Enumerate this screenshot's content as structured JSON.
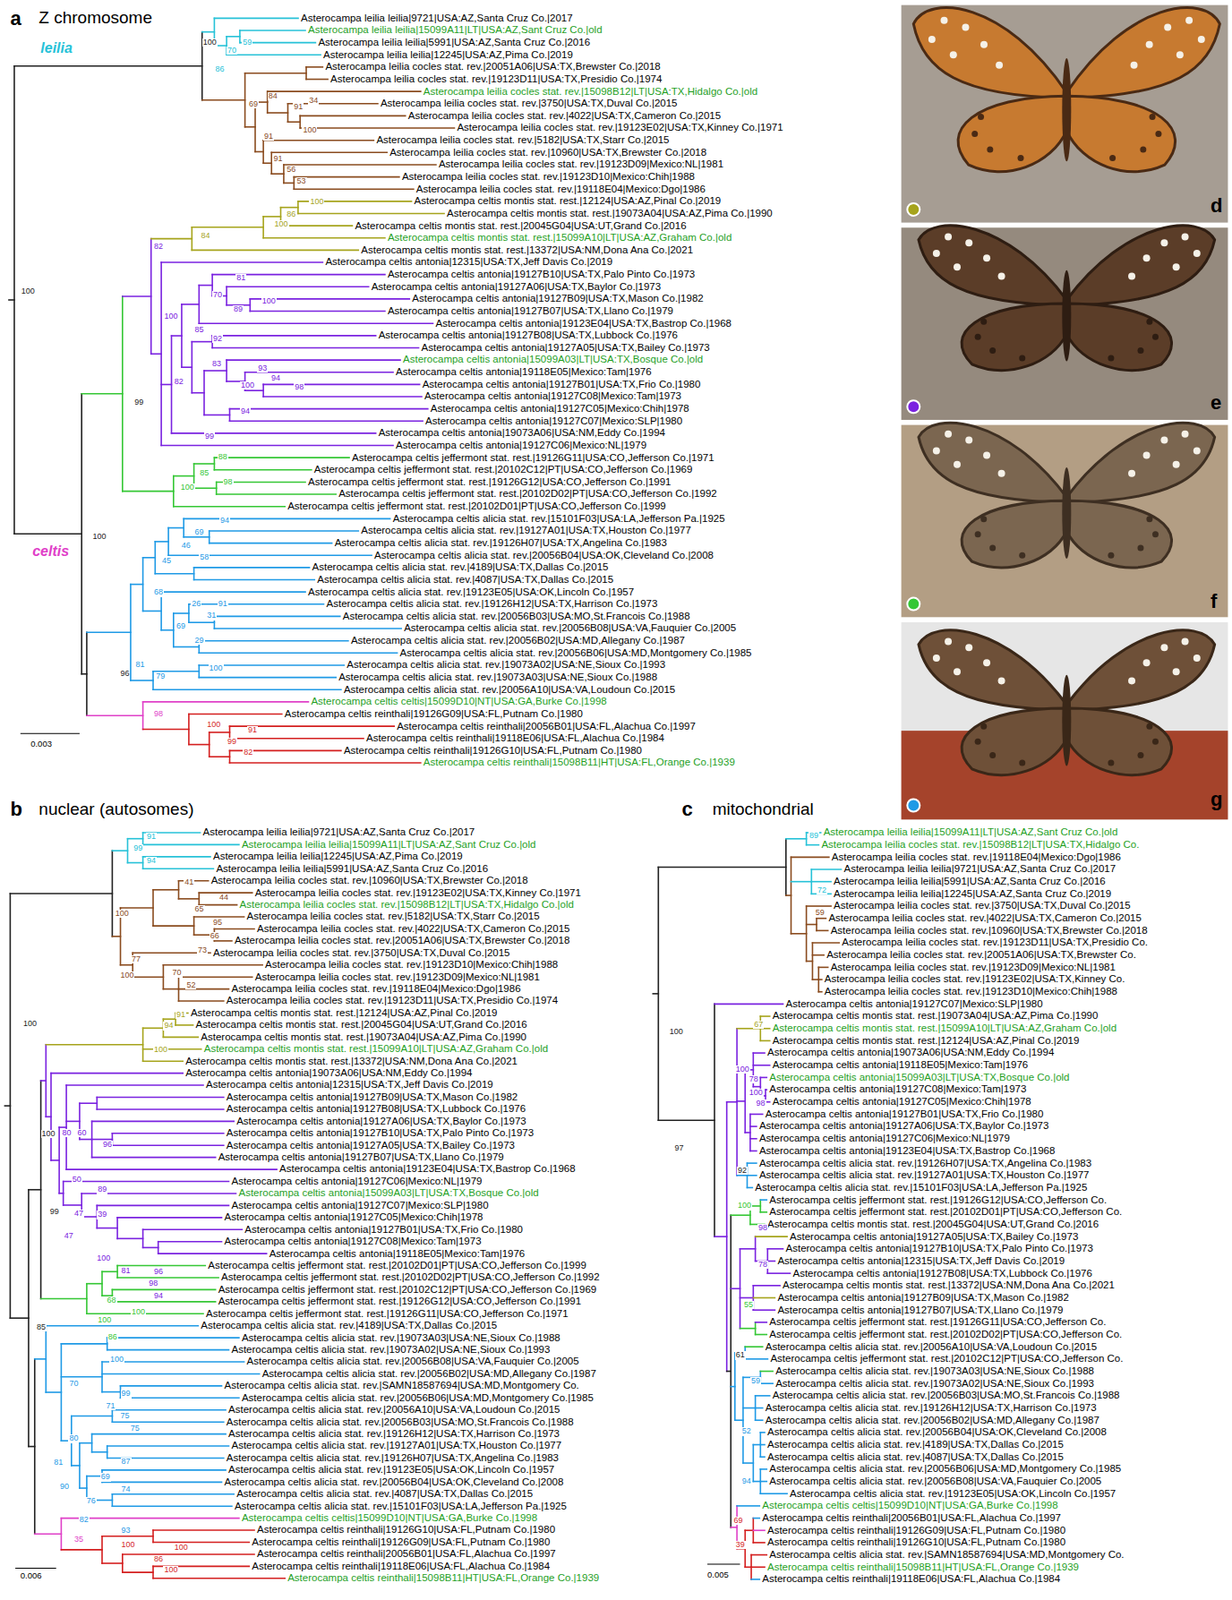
{
  "diagram": {
    "labels": [
      "a",
      "Z chromosome",
      "leilia",
      "celtis",
      "Asterocampa leilia leilia|9721|USA:AZ,Santa Cruz Co.|2017",
      "Asterocampa leilia leilia|15099A11|LT|USA:AZ,Sant Cruz Co.|old",
      "Asterocampa leilia leilia|5991|USA:AZ,Santa Cruz Co.|2016",
      "Asterocampa leilia leilia|12245|USA:AZ,Pima Co.|2019",
      "Asterocampa leilia cocles stat. rev.|20051A06|USA:TX,Brewster Co.|2018",
      "Asterocampa leilia cocles stat. rev.|19123D11|USA:TX,Presidio Co.|1974",
      "Asterocampa leilia cocles stat. rev.|15098B12|LT|USA:TX,Hidalgo Co.|old",
      "Asterocampa leilia cocles stat. rev.|3750|USA:TX,Duval Co.|2015",
      "Asterocampa leilia cocles stat. rev.|4022|USA:TX,Cameron Co.|2015",
      "Asterocampa leilia cocles stat. rev.|19123E02|USA:TX,Kinney Co.|1971",
      "Asterocampa leilia cocles stat. rev.|5182|USA:TX,Starr Co.|2015",
      "Asterocampa leilia cocles stat. rev.|10960|USA:TX,Brewster Co.|2018",
      "Asterocampa leilia cocles stat. rev.|19123D09|Mexico:NL|1981",
      "Asterocampa leilia cocles stat. rev.|19123D10|Mexico:Chih|1988",
      "Asterocampa leilia cocles stat. rev.|19118E04|Mexico:Dgo|1986",
      "Asterocampa celtis montis stat. rest.|12124|USA:AZ,Pinal Co.|2019",
      "Asterocampa celtis montis stat. rest.|19073A04|USA:AZ,Pima Co.|1990",
      "Asterocampa celtis montis stat. rest.|20045G04|USA:UT,Grand Co.|2016",
      "Asterocampa celtis montis stat. rest.|15099A10|LT|USA:AZ,Graham Co.|old",
      "Asterocampa celtis montis stat. rest.|13372|USA:NM,Dona Ana Co.|2021",
      "Asterocampa celtis antonia|12315|USA:TX,Jeff Davis Co.|2019",
      "Asterocampa celtis antonia|19127B10|USA:TX,Palo Pinto Co.|1973",
      "Asterocampa celtis antonia|19127A06|USA:TX,Baylor Co.|1973",
      "Asterocampa celtis antonia|19127B09|USA:TX,Mason Co.|1982",
      "Asterocampa celtis antonia|19127B07|USA:TX,Llano Co.|1979",
      "Asterocampa celtis antonia|19123E04|USA:TX,Bastrop Co.|1968",
      "Asterocampa celtis antonia|19127B08|USA:TX,Lubbock Co.|1976",
      "Asterocampa celtis antonia|19127A05|USA:TX,Bailey Co.|1973",
      "Asterocampa celtis antonia|15099A03|LT|USA:TX,Bosque Co.|old",
      "Asterocampa celtis antonia|19118E05|Mexico:Tam|1976",
      "Asterocampa celtis antonia|19127B01|USA:TX,Frio Co.|1980",
      "Asterocampa celtis antonia|19127C08|Mexico:Tam|1973",
      "Asterocampa celtis antonia|19127C05|Mexico:Chih|1978",
      "Asterocampa celtis antonia|19127C07|Mexico:SLP|1980",
      "Asterocampa celtis antonia|19073A06|USA:NM,Eddy Co.|1994",
      "Asterocampa celtis antonia|19127C06|Mexico:NL|1979",
      "Asterocampa celtis jeffermont stat. rest.|19126G11|USA:CO,Jefferson Co.|1971",
      "Asterocampa celtis jeffermont stat. rest.|20102C12|PT|USA:CO,Jefferson Co.|1969",
      "Asterocampa celtis jeffermont stat. rest.|19126G12|USA:CO,Jefferson Co.|1991",
      "Asterocampa celtis jeffermont stat. rest.|20102D02|PT|USA:CO,Jefferson Co.|1992",
      "Asterocampa celtis jeffermont stat. rest.|20102D01|PT|USA:CO,Jefferson Co.|1999",
      "Asterocampa celtis alicia stat. rev.|15101F03|USA:LA,Jefferson Pa.|1925",
      "Asterocampa celtis alicia stat. rev.|19127A01|USA:TX,Houston Co.|1977",
      "Asterocampa celtis alicia stat. rev.|19126H07|USA:TX,Angelina Co.|1983",
      "Asterocampa celtis alicia stat. rev.|20056B04|USA:OK,Cleveland Co.|2008",
      "Asterocampa celtis alicia stat. rev.|4189|USA:TX,Dallas Co.|2015",
      "Asterocampa celtis alicia stat. rev.|4087|USA:TX,Dallas Co.|2015",
      "Asterocampa celtis alicia stat. rev.|19123E05|USA:OK,Lincoln Co.|1957",
      "Asterocampa celtis alicia stat. rev.|19126H12|USA:TX,Harrison Co.|1973",
      "Asterocampa celtis alicia stat. rev.|20056B03|USA:MO,St.Francois Co.|1988",
      "Asterocampa celtis alicia stat. rev.|20056B08|USA:VA,Fauquier Co.|2005",
      "Asterocampa celtis alicia stat. rev.|20056B02|USA:MD,Allegany Co.|1987",
      "Asterocampa celtis alicia stat. rev.|20056B06|USA:MD,Montgomery Co.|1985",
      "Asterocampa celtis alicia stat. rev.|19073A02|USA:NE,Sioux Co.|1993",
      "Asterocampa celtis alicia stat. rev.|19073A03|USA:NE,Sioux Co.|1988",
      "Asterocampa celtis alicia stat. rev.|20056A10|USA:VA,Loudoun Co.|2015",
      "Asterocampa celtis celtis|15099D10|NT|USA:GA,Burke Co.|1998",
      "Asterocampa celtis reinthali|19126G09|USA:FL,Putnam Co.|1980",
      "Asterocampa celtis reinthali|20056B01|USA:FL,Alachua Co.|1997",
      "Asterocampa celtis reinthali|19118E06|USA:FL,Alachua Co.|1984",
      "Asterocampa celtis reinthali|19126G10|USA:FL,Putnam Co.|1980",
      "Asterocampa celtis reinthali|15098B11|HT|USA:FL,Orange Co.|1939",
      "100",
      "59",
      "70",
      "86",
      "84",
      "34",
      "69",
      "91",
      "100",
      "91",
      "91",
      "56",
      "53",
      "100",
      "86",
      "100",
      "84",
      "82",
      "81",
      "100",
      "70",
      "100",
      "89",
      "100",
      "85",
      "92",
      "83",
      "93",
      "94",
      "82",
      "100",
      "98",
      "99",
      "94",
      "99",
      "88",
      "85",
      "98",
      "100",
      "94",
      "69",
      "100",
      "46",
      "58",
      "45",
      "68",
      "26",
      "91",
      "31",
      "69",
      "29",
      "81",
      "100",
      "96",
      "79",
      "98",
      "100",
      "91",
      "99",
      "82",
      "0.003",
      "b",
      "nuclear (autosomes)",
      "Asterocampa leilia leilia|9721|USA:AZ,Santa Cruz Co.|2017",
      "Asterocampa leilia leilia|15099A11|LT|USA:AZ,Sant Cruz Co.|old",
      "Asterocampa leilia leilia|12245|USA:AZ,Pima Co.|2019",
      "Asterocampa leilia leilia|5991|USA:AZ,Santa Cruz Co.|2016",
      "Asterocampa leilia cocles stat. rev.|10960|USA:TX,Brewster Co.|2018",
      "Asterocampa leilia cocles stat. rev.|19123E02|USA:TX,Kinney Co.|1971",
      "Asterocampa leilia cocles stat. rev.|15098B12|LT|USA:TX,Hidalgo Co.|old",
      "Asterocampa leilia cocles stat. rev.|5182|USA:TX,Starr Co.|2015",
      "Asterocampa leilia cocles stat. rev.|4022|USA:TX,Cameron Co.|2015",
      "Asterocampa leilia cocles stat. rev.|20051A06|USA:TX,Brewster Co.|2018",
      "Asterocampa leilia cocles stat. rev.|3750|USA:TX,Duval Co.|2015",
      "Asterocampa leilia cocles stat. rev.|19123D10|Mexico:Chih|1988",
      "Asterocampa leilia cocles stat. rev.|19123D09|Mexico:NL|1981",
      "Asterocampa leilia cocles stat. rev.|19118E04|Mexico:Dgo|1986",
      "Asterocampa leilia cocles stat. rev.|19123D11|USA:TX,Presidio Co.|1974",
      "Asterocampa celtis montis stat. rest.|12124|USA:AZ,Pinal Co.|2019",
      "Asterocampa celtis montis stat. rest.|20045G04|USA:UT,Grand Co.|2016",
      "Asterocampa celtis montis stat. rest.|19073A04|USA:AZ,Pima Co.|1990",
      "Asterocampa celtis montis stat. rest.|15099A10|LT|USA:AZ,Graham Co.|old",
      "Asterocampa celtis montis stat. rest.|13372|USA:NM,Dona Ana Co.|2021",
      "Asterocampa celtis antonia|19073A06|USA:NM,Eddy Co.|1994",
      "Asterocampa celtis antonia|12315|USA:TX,Jeff Davis Co.|2019",
      "Asterocampa celtis antonia|19127B09|USA:TX,Mason Co.|1982",
      "Asterocampa celtis antonia|19127B08|USA:TX,Lubbock Co.|1976",
      "Asterocampa celtis antonia|19127A06|USA:TX,Baylor Co.|1973",
      "Asterocampa celtis antonia|19127B10|USA:TX,Palo Pinto Co.|1973",
      "Asterocampa celtis antonia|19127A05|USA:TX,Bailey Co.|1973",
      "Asterocampa celtis antonia|19127B07|USA:TX,Llano Co.|1979",
      "Asterocampa celtis antonia|19123E04|USA:TX,Bastrop Co.|1968",
      "Asterocampa celtis antonia|19127C06|Mexico:NL|1979",
      "Asterocampa celtis antonia|15099A03|LT|USA:TX,Bosque Co.|old",
      "Asterocampa celtis antonia|19127C07|Mexico:SLP|1980",
      "Asterocampa celtis antonia|19127C05|Mexico:Chih|1978",
      "Asterocampa celtis antonia|19127B01|USA:TX,Frio Co.|1980",
      "Asterocampa celtis antonia|19127C08|Mexico:Tam|1973",
      "Asterocampa celtis antonia|19118E05|Mexico:Tam|1976",
      "Asterocampa celtis jeffermont stat. rest.|20102D01|PT|USA:CO,Jefferson Co.|1999",
      "Asterocampa celtis jeffermont stat. rest.|20102D02|PT|USA:CO,Jefferson Co.|1992",
      "Asterocampa celtis jeffermont stat. rest.|20102C12|PT|USA:CO,Jefferson Co.|1969",
      "Asterocampa celtis jeffermont stat. rest.|19126G12|USA:CO,Jefferson Co.|1991",
      "Asterocampa celtis jeffermont stat. rest.|19126G11|USA:CO,Jefferson Co.|1971",
      "Asterocampa celtis alicia stat. rev.|4189|USA:TX,Dallas Co.|2015",
      "Asterocampa celtis alicia stat. rev.|19073A03|USA:NE,Sioux Co.|1988",
      "Asterocampa celtis alicia stat. rev.|19073A02|USA:NE,Sioux Co.|1993",
      "Asterocampa celtis alicia stat. rev.|20056B08|USA:VA,Fauquier Co.|2005",
      "Asterocampa celtis alicia stat. rev.|20056B02|USA:MD,Allegany Co.|1987",
      "Asterocampa celtis alicia stat. rev.|SAMN18587694|USA:MD,Montgomery Co.",
      "Asterocampa celtis alicia stat. rev.|20056B06|USA:MD,Montgomery Co.|1985",
      "Asterocampa celtis alicia stat. rev.|20056A10|USA:VA,Loudoun Co.|2015",
      "Asterocampa celtis alicia stat. rev.|20056B03|USA:MO,St.Francois Co.|1988",
      "Asterocampa celtis alicia stat. rev.|19126H12|USA:TX,Harrison Co.|1973",
      "Asterocampa celtis alicia stat. rev.|19127A01|USA:TX,Houston Co.|1977",
      "Asterocampa celtis alicia stat. rev.|19126H07|USA:TX,Angelina Co.|1983",
      "Asterocampa celtis alicia stat. rev.|19123E05|USA:OK,Lincoln Co.|1957",
      "Asterocampa celtis alicia stat. rev.|20056B04|USA:OK,Cleveland Co.|2008",
      "Asterocampa celtis alicia stat. rev.|4087|USA:TX,Dallas Co.|2015",
      "Asterocampa celtis alicia stat. rev.|15101F03|USA:LA,Jefferson Pa.|1925",
      "Asterocampa celtis celtis|15099D10|NT|USA:GA,Burke Co.|1998",
      "Asterocampa celtis reinthali|19126G10|USA:FL,Putnam Co.|1980",
      "Asterocampa celtis reinthali|19126G09|USA:FL,Putnam Co.|1980",
      "Asterocampa celtis reinthali|20056B01|USA:FL,Alachua Co.|1997",
      "Asterocampa celtis reinthali|19118E06|USA:FL,Alachua Co.|1984",
      "Asterocampa celtis reinthali|15098B11|HT|USA:FL,Orange Co.|1939",
      "91",
      "99",
      "94",
      "41",
      "44",
      "65",
      "100",
      "95",
      "66",
      "73",
      "77",
      "70",
      "100",
      "52",
      "91",
      "94",
      "100",
      "100",
      "100",
      "80",
      "60",
      "96",
      "50",
      "89",
      "99",
      "47",
      "39",
      "47",
      "100",
      "81",
      "96",
      "98",
      "94",
      "68",
      "100",
      "100",
      "85",
      "86",
      "100",
      "70",
      "99",
      "71",
      "75",
      "75",
      "80",
      "81",
      "87",
      "69",
      "74",
      "90",
      "76",
      "82",
      "93",
      "35",
      "100",
      "100",
      "86",
      "100",
      "0.006",
      "c",
      "mitochondrial",
      "Asterocampa leilia leilia|15099A11|LT|USA:AZ,Sant Cruz Co.|old",
      "Asterocampa leilia cocles stat. rev.|15098B12|LT|USA:TX,Hidalgo Co.",
      "Asterocampa leilia cocles stat. rev.|19118E04|Mexico:Dgo|1986",
      "Asterocampa leilia leilia|9721|USA:AZ,Santa Cruz Co.|2017",
      "Asterocampa leilia leilia|5991|USA:AZ,Santa Cruz Co.|2016",
      "Asterocampa leilia leilia|12245|USA:AZ,Santa Cruz Co.|2019",
      "Asterocampa leilia cocles stat. rev.|3750|USA:TX,Duval Co.|2015",
      "Asterocampa leilia cocles stat. rev.|4022|USA:TX,Cameron Co.|2015",
      "Asterocampa leilia cocles stat. rev.|10960|USA:TX,Brewster Co.|2018",
      "Asterocampa leilia cocles stat. rev.|19123D11|USA:TX,Presidio Co.",
      "Asterocampa leilia cocles stat. rev.|20051A06|USA:TX,Brewster Co.",
      "Asterocampa leilia cocles stat. rev.|19123D09|Mexico:NL|1981",
      "Asterocampa leilia cocles stat. rev.|19123E02|USA:TX,Kinney Co.",
      "Asterocampa leilia cocles stat. rev.|19123D10|Mexico:Chih|1988",
      "Asterocampa celtis antonia|19127C07|Mexico:SLP|1980",
      "Asterocampa celtis montis stat. rest.|19073A04|USA:AZ,Pima Co.|1990",
      "Asterocampa celtis montis stat. rest.|15099A10|LT|USA:AZ,Graham Co.|old",
      "Asterocampa celtis montis stat. rest.|12124|USA:AZ,Pinal Co.|2019",
      "Asterocampa celtis antonia|19073A06|USA:NM,Eddy Co.|1994",
      "Asterocampa celtis antonia|19118E05|Mexico:Tam|1976",
      "Asterocampa celtis antonia|15099A03|LT|USA:TX,Bosque Co.|old",
      "Asterocampa celtis antonia|19127C08|Mexico:Tam|1973",
      "Asterocampa celtis antonia|19127C05|Mexico:Chih|1978",
      "Asterocampa celtis antonia|19127B01|USA:TX,Frio Co.|1980",
      "Asterocampa celtis antonia|19127A06|USA:TX,Baylor Co.|1973",
      "Asterocampa celtis antonia|19127C06|Mexico:NL|1979",
      "Asterocampa celtis antonia|19123E04|USA:TX,Bastrop Co.|1968",
      "Asterocampa celtis alicia stat. rev.|19126H07|USA:TX,Angelina Co.|1983",
      "Asterocampa celtis alicia stat. rev.|19127A01|USA:TX,Houston Co.|1977",
      "Asterocampa celtis alicia stat. rev.|15101F03|USA:LA,Jefferson Pa.|1925",
      "Asterocampa celtis jeffermont stat. rest.|19126G12|USA:CO,Jefferson Co.",
      "Asterocampa celtis jeffermont stat. rest.|20102D01|PT|USA:CO,Jefferson Co.",
      "Asterocampa celtis montis stat. rest.|20045G04|USA:UT,Grand Co.|2016",
      "Asterocampa celtis antonia|19127A05|USA:TX,Bailey Co.|1973",
      "Asterocampa celtis antonia|19127B10|USA:TX,Palo Pinto Co.|1973",
      "Asterocampa celtis antonia|12315|USA:TX,Jeff Davis Co.|2019",
      "Asterocampa celtis antonia|19127B08|USA:TX,Lubbock Co.|1976",
      "Asterocampa celtis montis stat. rest.|13372|USA:NM,Dona Ana Co.|2021",
      "Asterocampa celtis antonia|19127B09|USA:TX,Mason Co.|1982",
      "Asterocampa celtis antonia|19127B07|USA:TX,Llano Co.|1979",
      "Asterocampa celtis jeffermont stat. rest.|19126G11|USA:CO,Jefferson Co.",
      "Asterocampa celtis jeffermont stat. rest.|20102D02|PT|USA:CO,Jefferson Co.",
      "Asterocampa celtis alicia stat. rev.|20056A10|USA:VA,Loudoun Co.|2015",
      "Asterocampa celtis jeffermont stat. rest.|20102C12|PT|USA:CO,Jefferson Co.",
      "Asterocampa celtis alicia stat. rev.|19073A03|USA:NE,Sioux Co.|1988",
      "Asterocampa celtis alicia stat. rev.|19073A02|USA:NE,Sioux Co.|1993",
      "Asterocampa celtis alicia stat. rev.|20056B03|USA:MO,St.Francois Co.|1988",
      "Asterocampa celtis alicia stat. rev.|19126H12|USA:TX,Harrison Co.|1973",
      "Asterocampa celtis alicia stat. rev.|20056B02|USA:MD,Allegany Co.|1987",
      "Asterocampa celtis alicia stat. rev.|20056B04|USA:OK,Cleveland Co.|2008",
      "Asterocampa celtis alicia stat. rev.|4189|USA:TX,Dallas Co.|2015",
      "Asterocampa celtis alicia stat. rev.|4087|USA:TX,Dallas Co.|2015",
      "Asterocampa celtis alicia stat. rev.|20056B06|USA:MD,Montgomery Co.|1985",
      "Asterocampa celtis alicia stat. rev.|20056B08|USA:VA,Fauquier Co.|2005",
      "Asterocampa celtis alicia stat. rev.|19123E05|USA:OK,Lincoln Co.|1957",
      "Asterocampa celtis celtis|15099D10|NT|USA:GA,Burke Co.|1998",
      "Asterocampa celtis reinthali|20056B01|USA:FL,Alachua Co.|1997",
      "Asterocampa celtis reinthali|19126G09|USA:FL,Putnam Co.|1980",
      "Asterocampa celtis reinthali|19126G10|USA:FL,Putnam Co.|1980",
      "Asterocampa celtis alicia stat. rev.|SAMN18587694|USA:MD,Montgomery Co.",
      "Asterocampa celtis reinthali|15098B11|HT|USA:FL,Orange Co.|1939",
      "Asterocampa celtis reinthali|19118E06|USA:FL,Alachua Co.|1984",
      "89",
      "72",
      "59",
      "100",
      "67",
      "100",
      "78",
      "100",
      "98",
      "97",
      "92",
      "100",
      "98",
      "78",
      "55",
      "61",
      "59",
      "52",
      "94",
      "69",
      "39",
      "0.005",
      "d",
      "e",
      "f",
      "g"
    ]
  }
}
